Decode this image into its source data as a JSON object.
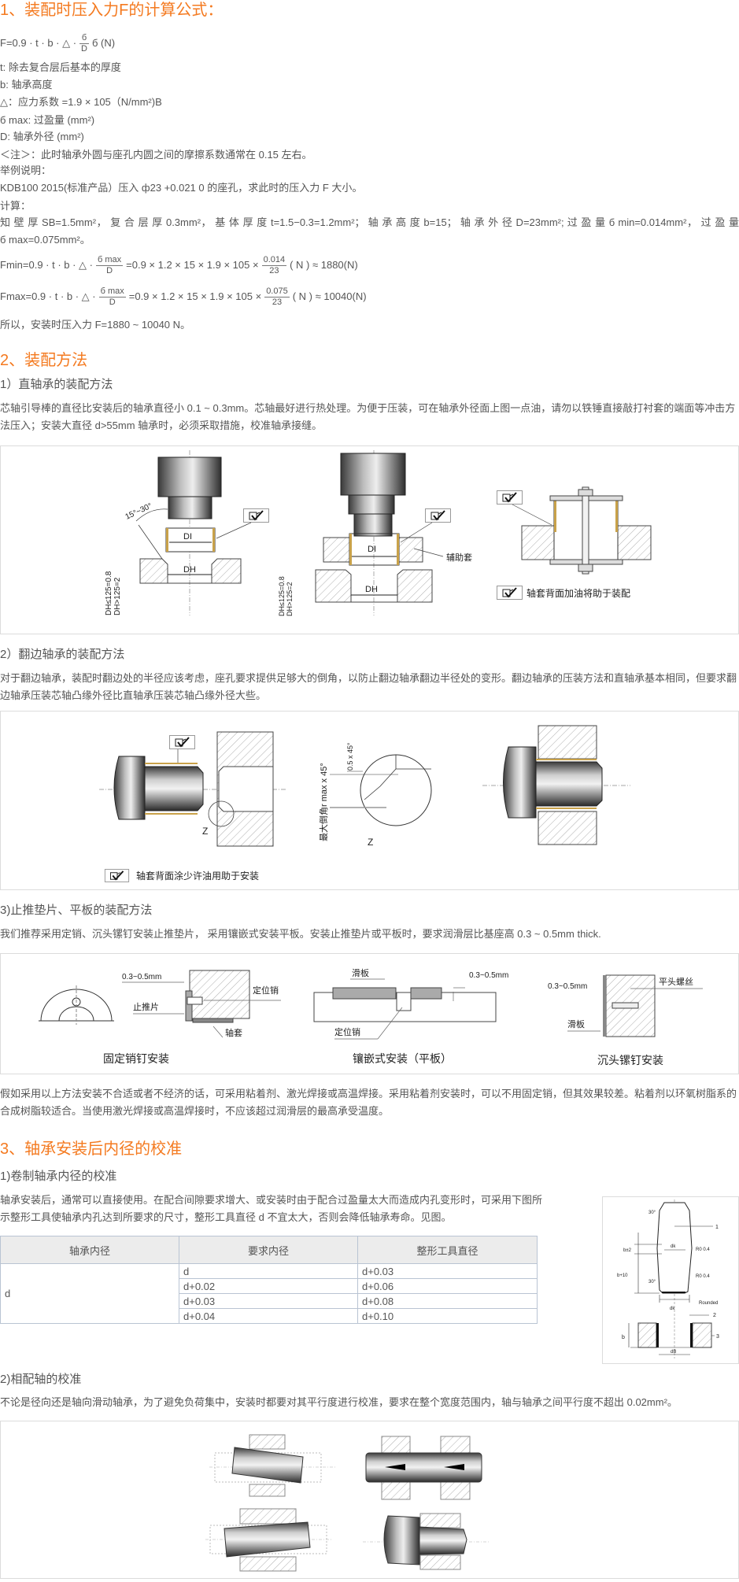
{
  "section1": {
    "title": "1、装配时压入力F的计算公式：",
    "formula": {
      "prefix": "F=0.9 · t · b · △ ·",
      "num": "б",
      "den": "D",
      "suffix": "б (N)"
    },
    "defs": [
      "t: 除去复合层后基本的厚度",
      "b: 轴承高度",
      "△：应力系数 =1.9 × 105（N/mm²)B",
      "б max: 过盈量 (mm²)",
      "D: 轴承外径 (mm²)",
      "＜注＞：此时轴承外圆与座孔内圆之间的摩擦系数通常在 0.15 左右。"
    ],
    "example_label": "举例说明：",
    "example": "KDB100 2015(标准产品）压入 ф23 +0.021 0  的座孔，求此时的压入力 F 大小。",
    "calc_label": "计算：",
    "given_line1": "知 壁 厚 SB=1.5mm²， 复 合 层 厚 0.3mm²， 基 体 厚 度 t=1.5−0.3=1.2mm²； 轴 承 高 度 b=15； 轴 承 外 径 D=23mm²; 过 盈 量 б min=0.014mm²， 过 盈 量",
    "given_line2": "б max=0.075mm²。",
    "fmin": {
      "prefix": "Fmin=0.9 · t · b · △ ·",
      "num": "б max",
      "den": "D",
      "mid": "=0.9 × 1.2 × 15 × 1.9 × 105 ×",
      "num2": "0.014",
      "den2": "23",
      "suffix": "( N ) ≈ 1880(N)"
    },
    "fmax": {
      "prefix": "Fmax=0.9 · t · b · △ ·",
      "num": "б max",
      "den": "D",
      "mid": "=0.9 × 1.2 × 15 × 1.9 × 105 ×",
      "num2": "0.075",
      "den2": "23",
      "suffix": "( N ) ≈ 10040(N)"
    },
    "conclusion": "所以，安装时压入力 F=1880 ~ 10040 N。"
  },
  "section2": {
    "title": "2、装配方法",
    "sub1": {
      "title": "1）直轴承的装配方法",
      "text": "芯轴引导棒的直径比安装后的轴承直径小 0.1 ~ 0.3mm。芯轴最好进行热处理。为便于压装，可在轴承外径面上图一点油，请勿以铁锤直接敲打衬套的端面等冲击方法压入；安装大直径 d>55mm 轴承时，必须采取措施，校准轴承接缝。",
      "fig": {
        "angle": "15°~30°",
        "di": "DI",
        "dh": "DH",
        "dim1": "DH≤125=0.8",
        "dim2": "DH>125=2",
        "helper": "辅助套",
        "legend": "轴套背面加油将助于装配"
      }
    },
    "sub2": {
      "title": "2）翻边轴承的装配方法",
      "text": "对于翻边轴承，装配时翻边处的半径应该考虑，座孔要求提供足够大的倒角，以防止翻边轴承翻边半径处的变形。翻边轴承的压装方法和直轴承基本相同，但要求翻边轴承压装芯轴凸缘外径比直轴承压装芯轴凸缘外径大些。",
      "fig": {
        "z": "Z",
        "chamfer": "最大倒角r max x 45°",
        "small_chamfer": "0.5 x 45°",
        "legend": "轴套背面涂少许油用助于安装"
      }
    },
    "sub3": {
      "title": "3)止推垫片、平板的装配方法",
      "text": "我们推荐采用定销、沉头镙钉安装止推垫片， 采用镶嵌式安装平板。安装止推垫片或平板时，要求润滑层比基座高 0.3 ~ 0.5mm thick.",
      "fig": {
        "gap": "0.3~0.5mm",
        "thrust": "止推片",
        "pin": "定位销",
        "bush": "轴套",
        "slide": "滑板",
        "screw": "平头螺丝",
        "cap1": "固定销钉安装",
        "cap2": "镶嵌式安装（平板）",
        "cap3": "沉头镙钉安装"
      },
      "after": "假如采用以上方法安装不合适或者不经济的话，可采用粘着剂、激光焊接或高温焊接。采用粘着剂安装时，可以不用固定销，但其效果较差。粘着剂以环氧树脂系的合成树脂较适合。当使用激光焊接或高温焊接时，不应该超过润滑层的最高承受温度。"
    }
  },
  "section3": {
    "title": "3、轴承安装后内径的校准",
    "sub1": {
      "title": "1)卷制轴承内径的校准",
      "text": "轴承安装后，通常可以直接使用。在配合间隙要求增大、或安装时由于配合过盈量太大而造成内孔变形时，可采用下图所示整形工具使轴承内孔达到所要求的尺寸，整形工具直径 d 不宜太大，否则会降低轴承寿命。见图。",
      "table": {
        "headers": [
          "轴承内径",
          "要求内径",
          "整形工具直径"
        ],
        "row_label": "d",
        "rows": [
          [
            "d",
            "d+0.03"
          ],
          [
            "d+0.02",
            "d+0.06"
          ],
          [
            "d+0.03",
            "d+0.08"
          ],
          [
            "d+0.04",
            "d+0.10"
          ]
        ]
      },
      "fig": {
        "a1": "30°",
        "a2": "30°",
        "n1": "1",
        "n2": "2",
        "n3": "3",
        "b2": "b±2",
        "b10": "b+10",
        "dk": "dk",
        "r1": "R0 0.4",
        "r2": "R0 0.4",
        "rounded": "Rounded",
        "dk2": "dk",
        "b": "b",
        "db": "dB"
      }
    },
    "sub2": {
      "title": "2)相配轴的校准",
      "text": "不论是径向还是轴向滑动轴承，为了避免负荷集中，安装时都要对其平行度进行校准，要求在整个宽度范围内，轴与轴承之间平行度不超出 0.02mm²。"
    }
  },
  "colors": {
    "heading": "#f47a20",
    "text": "#555555",
    "table_border": "#b9c4d3",
    "table_header": "#ececec"
  }
}
